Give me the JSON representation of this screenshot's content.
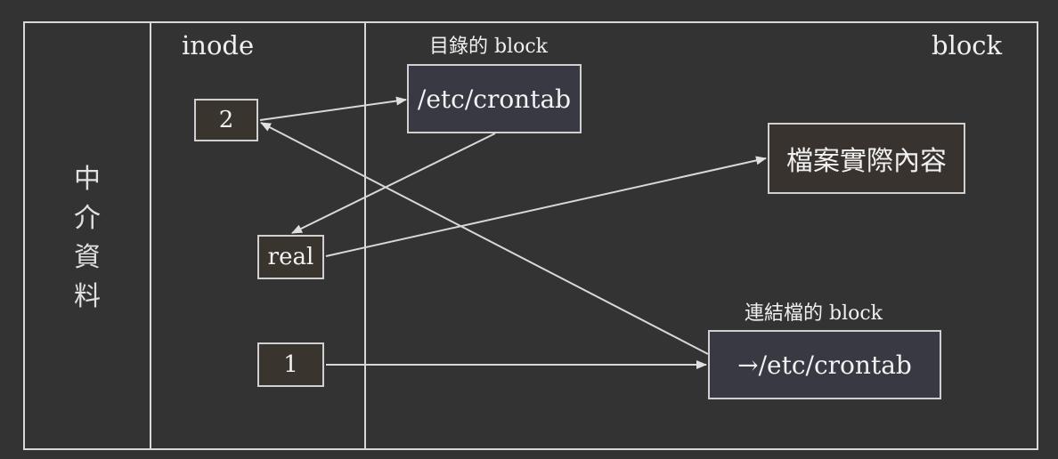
{
  "side_label": "中\n介\n資\n料",
  "headers": {
    "inode": "inode",
    "block": "block",
    "dir_block": "目錄的 block",
    "link_block": "連結檔的 block"
  },
  "inodes": {
    "two": "2",
    "real": "real",
    "one": "1"
  },
  "blocks": {
    "dir_entry": "/etc/crontab",
    "file_content": "檔案實際內容",
    "link_target": "→/etc/crontab"
  },
  "colors": {
    "background": "#333333",
    "stroke": "#d8d8d8"
  }
}
